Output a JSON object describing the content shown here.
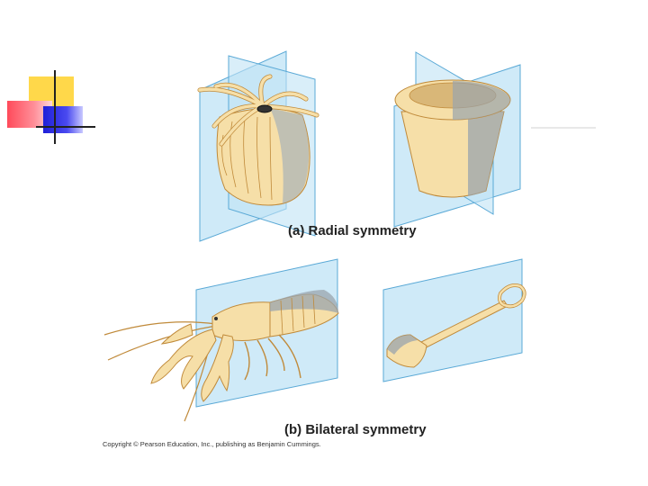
{
  "captions": {
    "radial": "(a) Radial symmetry",
    "bilateral": "(b) Bilateral symmetry"
  },
  "copyright": "Copyright © Pearson Education, Inc., publishing as Benjamin Cummings.",
  "colors": {
    "plane": "#bfe3f5",
    "plane_edge": "#5aa9d6",
    "organism_fill": "#f6dfa8",
    "organism_stroke": "#c08a3a",
    "shadow": "#9aa4ad",
    "accent_yellow": "#ffd84a",
    "accent_red": "#ff4a5a",
    "accent_blue": "#1f1fd8"
  }
}
